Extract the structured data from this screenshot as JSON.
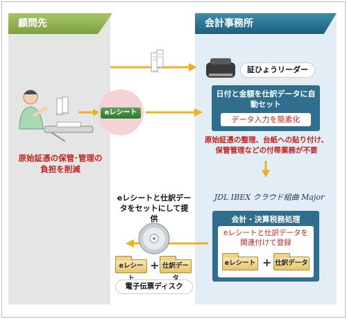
{
  "client": {
    "header": "顧問先",
    "burden_text": "原始証憑の保管･管理の負担を削減"
  },
  "office": {
    "header": "会計事務所",
    "scanner_label": "証ひょうリーダー",
    "auto_set_title": "日付と金額を仕訳データに自動セット",
    "simplify_label": "データ入力を簡素化",
    "unnecessary_text": "原始証憑の整理、台紙への貼り付け、保管管理などの付帯業務が不要",
    "software_logo": "JDL IBEX クラウド組曲 Major",
    "tax_title": "会計・決算税務処理",
    "link_register_text": "eレシートと仕訳データを関連付けて登録",
    "ereceipt_folder": "eレシート",
    "journal_folder": "仕訳データ"
  },
  "middle": {
    "ereceipt_label": "eレシート",
    "provide_text": "eレシートと仕訳データをセットにして提供",
    "disk_label": "電子伝票ディスク",
    "ereceipt_folder": "eレシート",
    "journal_folder": "仕訳データ",
    "plus_sign": "+"
  },
  "colors": {
    "client_header": "#8bac4a",
    "office_header": "#22698a",
    "arrow": "#efb21c",
    "accent_red": "#c0231f",
    "info_box": "#2f6f8d"
  }
}
